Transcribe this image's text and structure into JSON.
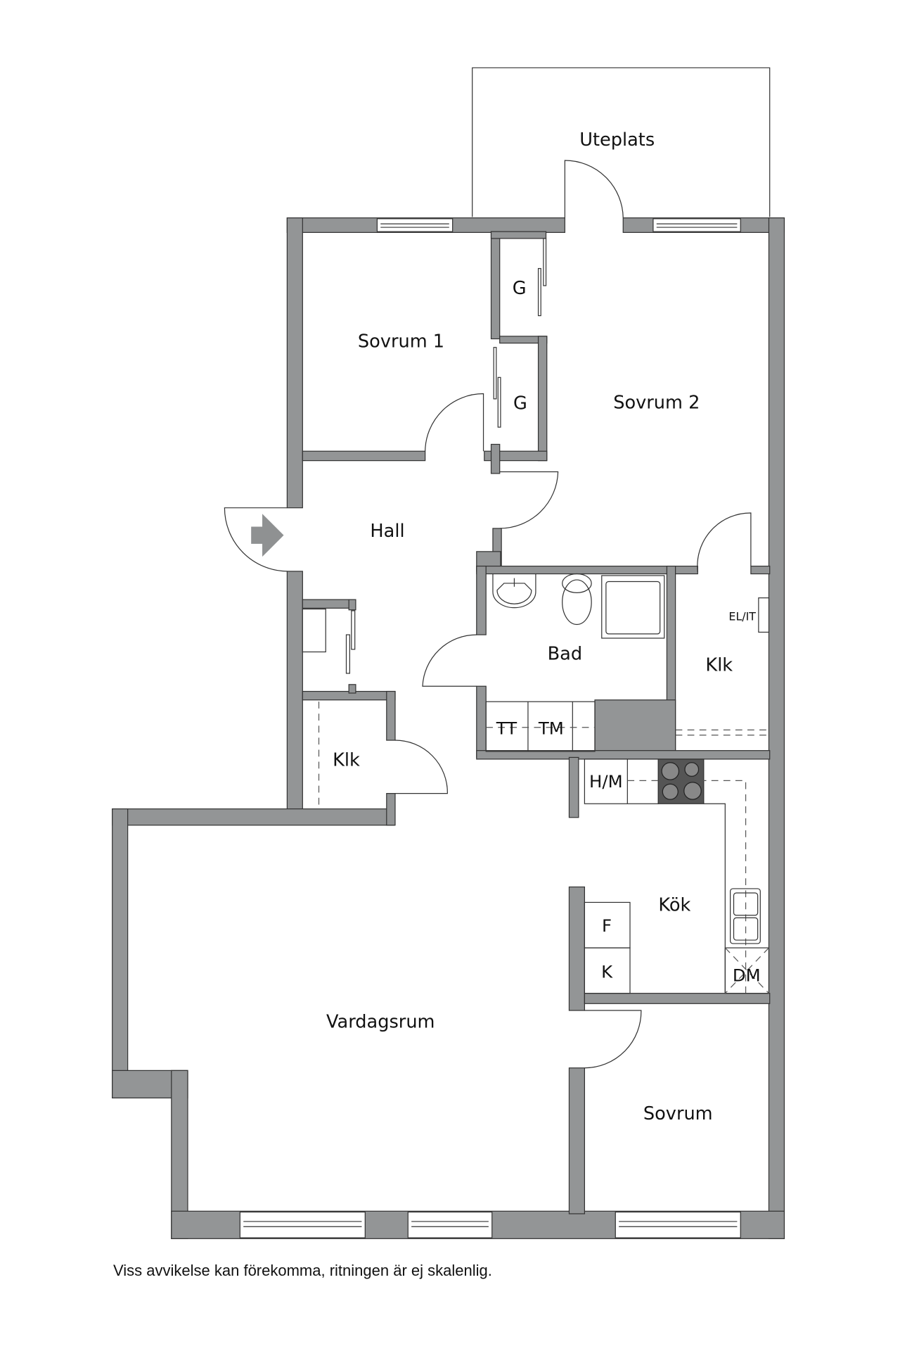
{
  "plan": {
    "rooms": {
      "uteplats": "Uteplats",
      "sovrum1": "Sovrum 1",
      "sovrum2": "Sovrum 2",
      "garderob1": "G",
      "garderob2": "G",
      "hall": "Hall",
      "bad": "Bad",
      "klk_right": "Klk",
      "klk_left": "Klk",
      "kok": "Kök",
      "vardagsrum": "Vardagsrum",
      "sovrum": "Sovrum"
    },
    "fixtures": {
      "tt": "TT",
      "tm": "TM",
      "hm": "H/M",
      "fridge": "F",
      "freezer": "K",
      "dm": "DM",
      "el_it": "EL/IT"
    },
    "colors": {
      "wall": "#939596",
      "stove": "#555555"
    }
  },
  "footer": {
    "disclaimer": "Viss avvikelse kan förekomma, ritningen är ej skalenlig."
  }
}
